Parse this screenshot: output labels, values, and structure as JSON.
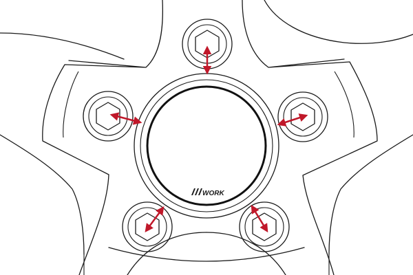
{
  "logo": {
    "text": "WORK",
    "icon": "work-slash-logo-icon"
  },
  "colors": {
    "line": "#1a1a1a",
    "arrow": "#c0182a",
    "background": "#ffffff"
  },
  "lug_nuts": [
    {
      "id": "top",
      "arrow_icon": "double-headed-arrow-icon"
    },
    {
      "id": "left",
      "arrow_icon": "double-headed-arrow-icon"
    },
    {
      "id": "right",
      "arrow_icon": "double-headed-arrow-icon"
    },
    {
      "id": "bottom-left",
      "arrow_icon": "double-headed-arrow-icon"
    },
    {
      "id": "bottom-right",
      "arrow_icon": "double-headed-arrow-icon"
    }
  ]
}
